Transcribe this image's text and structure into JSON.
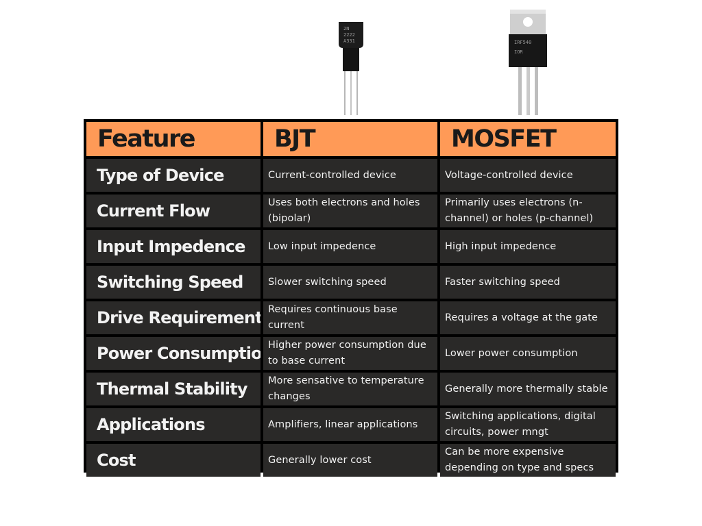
{
  "images": {
    "bjt_marking": [
      "2N",
      "2222",
      "A331"
    ],
    "mosfet_marking": [
      "IRF540",
      "IOR"
    ]
  },
  "table": {
    "headers": [
      "Feature",
      "BJT",
      "MOSFET"
    ],
    "rows": [
      {
        "feature": "Type of Device",
        "bjt": "Current-controlled device",
        "mosfet": "Voltage-controlled device"
      },
      {
        "feature": "Current Flow",
        "bjt": "Uses both electrons and holes (bipolar)",
        "mosfet": "Primarily uses electrons (n-channel) or holes (p-channel)"
      },
      {
        "feature": "Input Impedence",
        "bjt": "Low input impedence",
        "mosfet": "High input impedence"
      },
      {
        "feature": "Switching Speed",
        "bjt": "Slower switching speed",
        "mosfet": "Faster switching speed"
      },
      {
        "feature": "Drive Requirements",
        "bjt": "Requires continuous base current",
        "mosfet": "Requires a voltage at the gate"
      },
      {
        "feature": "Power Consumption",
        "bjt": "Higher power consumption due to base current",
        "mosfet": "Lower power consumption"
      },
      {
        "feature": "Thermal Stability",
        "bjt": "More sensative to temperature changes",
        "mosfet": "Generally more thermally stable"
      },
      {
        "feature": "Applications",
        "bjt": "Amplifiers, linear applications",
        "mosfet": "Switching applications, digital circuits, power mngt"
      },
      {
        "feature": "Cost",
        "bjt": "Generally lower cost",
        "mosfet": "Can be more expensive depending on type and specs"
      }
    ]
  },
  "colors": {
    "header_bg": "#ff9a57",
    "cell_bg": "#2a2928",
    "border": "#000000",
    "cell_text": "#f2f2f2"
  }
}
